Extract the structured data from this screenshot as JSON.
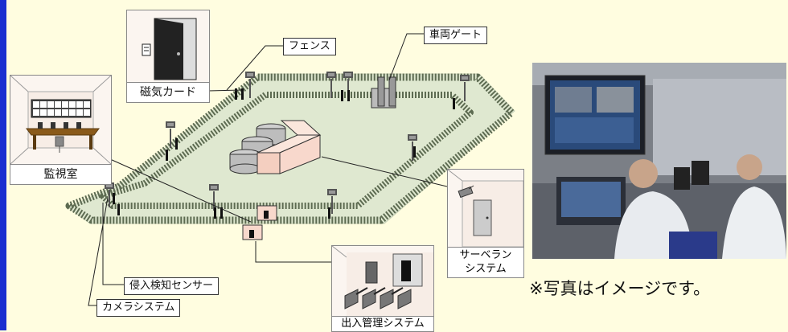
{
  "labels": {
    "fence": "フェンス",
    "vehicle_gate": "車両ゲート",
    "magnetic_card": "磁気カード",
    "monitoring_room": "監視室",
    "surveillance_system": "サーベラン\nシステム",
    "intrusion_sensor": "侵入検知センサー",
    "camera_system": "カメラシステム",
    "access_control": "出入管理システム"
  },
  "note": "※写真はイメージです。",
  "colors": {
    "background": "#fffde0",
    "accent_bar": "#1a2fd0",
    "grass": "#dfe8d0",
    "building": "#f8d8cc"
  },
  "icons": [
    "door-icon",
    "card-reader-icon",
    "monitor-wall-icon",
    "desk-icon",
    "chair-icon",
    "camera-icon",
    "gate-icon",
    "turnstile-icon",
    "building-icon",
    "tank-icon",
    "light-pole-icon",
    "sensor-icon"
  ]
}
